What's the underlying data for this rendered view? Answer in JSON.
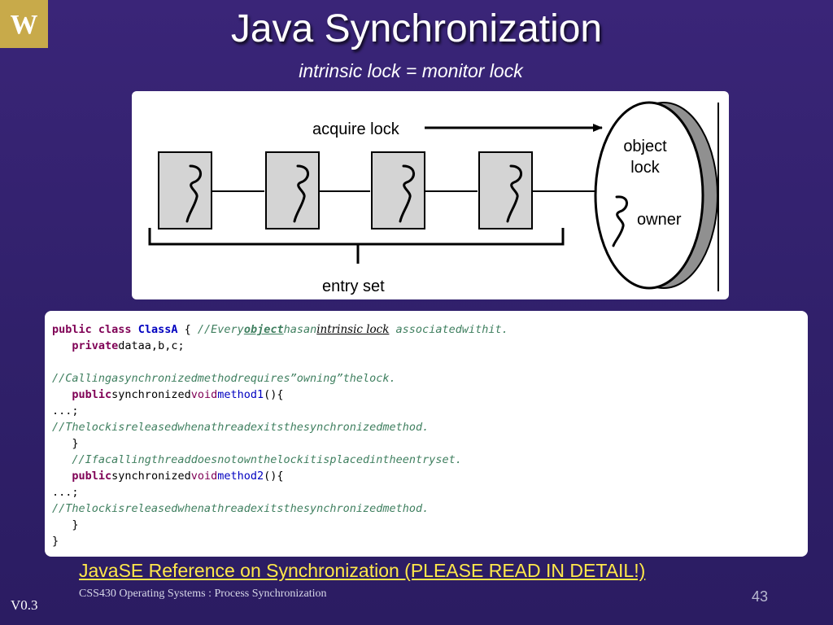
{
  "logo": {
    "text": "W"
  },
  "title": "Java Synchronization",
  "subtitle": "intrinsic lock = monitor lock",
  "diagram": {
    "acquire_label": "acquire lock",
    "object_label_line1": "object",
    "object_label_line2": "lock",
    "owner_label": "owner",
    "entry_label": "entry set"
  },
  "code": {
    "line1": {
      "kw_public": "public",
      "kw_class": "class",
      "class_name": "ClassA",
      "brace": "{",
      "comment_pre": "//Every",
      "comment_object": "object",
      "comment_has": "hasan",
      "comment_lock": "intrinsic lock",
      "comment_post": " associatedwithit."
    },
    "line2": {
      "kw_private": "private",
      "rest": "dataa,b,c;"
    },
    "line3": {
      "text": ""
    },
    "line4": {
      "comment": "//Callingasynchronizedmethodrequires”owning”thelock.",
      "tail": ""
    },
    "line5": {
      "kw_public": "public",
      "synchronized": "synchronized",
      "void": "void",
      "method": "method1",
      "params": "(){",
      "comment": ""
    },
    "line6": {
      "text": "...;"
    },
    "line7": {
      "comment": "//Thelockisreleasedwhenathreadexitsthesynchronizedmethod."
    },
    "line8": {
      "text": "}"
    },
    "line9": {
      "comment": "//Ifacallingthreaddoesnotownthelockitisplacedintheentryset.",
      "tail": ""
    },
    "line10": {
      "kw_public": "public",
      "synchronized": "synchronized",
      "void": "void",
      "method": "method2",
      "params": "(){",
      "comment": ""
    },
    "line11": {
      "text": "...;"
    },
    "line12": {
      "comment": "//Thelockisreleasedwhenathreadexitsthesynchronizedmethod."
    },
    "line13": {
      "text": "}"
    },
    "line14": {
      "text": "}"
    }
  },
  "link_text": "JavaSE Reference on Synchronization (PLEASE READ IN DETAIL!)",
  "footer_text": "CSS430 Operating Systems : Process Synchronization",
  "page_number": "43",
  "version": "V0.3",
  "colors": {
    "background": "#34226e",
    "logo_gold": "#c8aa4a",
    "link_yellow": "#ffe84a",
    "keyword": "#7f0055",
    "class_name": "#0000c0",
    "comment": "#3f7f5f"
  },
  "icons": {
    "thread": "squiggle-thread-icon",
    "arrow": "arrow-right-icon"
  }
}
